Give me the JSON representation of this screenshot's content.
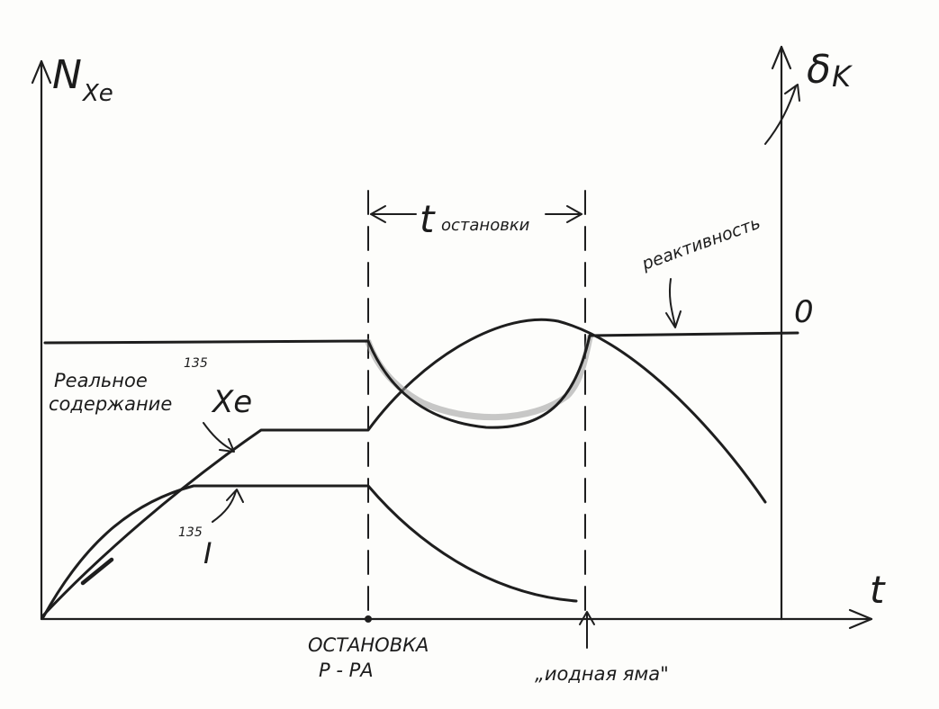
{
  "axes": {
    "y_left_label": "N",
    "y_left_subscript": "Xe",
    "y_right_label": "δ",
    "y_right_subscript": "K",
    "x_label": "t",
    "reactivity_zero": "0"
  },
  "labels": {
    "t_stop": "t",
    "t_stop_subscript": "остановки",
    "reactivity": "реактивность",
    "real_xe_line1": "Реальное",
    "real_xe_line2": "содержание",
    "xe_mass": "135",
    "xe_symbol": "Xe",
    "iodine_mass": "135",
    "iodine_symbol": "I",
    "shutdown_line1": "ОСТАНОВКА",
    "shutdown_line2": "Р - РА",
    "iodine_pit": "„иодная яма\""
  },
  "colors": {
    "ink": "#1e1e1e",
    "shade": "#9a9a9a",
    "paper": "#fdfdfb"
  }
}
